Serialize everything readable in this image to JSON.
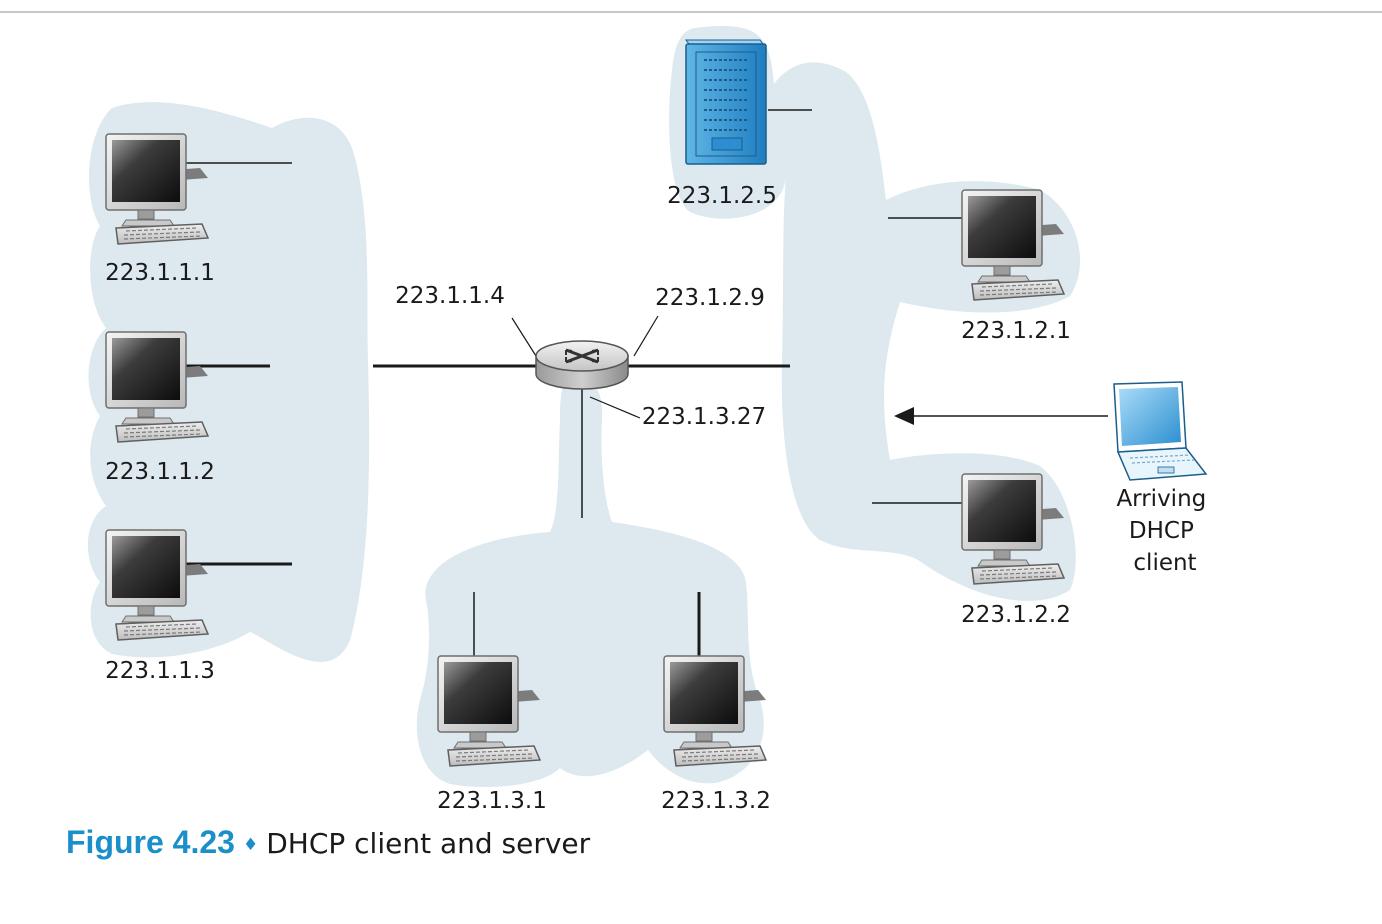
{
  "colors": {
    "cloud": "#dde9ef",
    "figure_accent": "#1a8fc9",
    "line": "#1a1a1a",
    "top_rule": "#c8c8c8"
  },
  "hosts": {
    "h1": {
      "ip": "223.1.1.1",
      "icon": "desktop-computer-icon"
    },
    "h2": {
      "ip": "223.1.1.2",
      "icon": "desktop-computer-icon"
    },
    "h3": {
      "ip": "223.1.1.3",
      "icon": "desktop-computer-icon"
    },
    "h4": {
      "ip": "223.1.2.1",
      "icon": "desktop-computer-icon"
    },
    "h5": {
      "ip": "223.1.2.2",
      "icon": "desktop-computer-icon"
    },
    "h6": {
      "ip": "223.1.3.1",
      "icon": "desktop-computer-icon"
    },
    "h7": {
      "ip": "223.1.3.2",
      "icon": "desktop-computer-icon"
    }
  },
  "server": {
    "ip": "223.1.2.5",
    "icon": "server-icon"
  },
  "router": {
    "icon": "router-icon",
    "interfaces": [
      "223.1.1.4",
      "223.1.2.9",
      "223.1.3.27"
    ]
  },
  "client": {
    "icon": "laptop-icon",
    "label_lines": [
      "Arriving",
      "DHCP",
      "client"
    ]
  },
  "caption": {
    "figure_number": "Figure 4.23",
    "separator": "♦",
    "title": "DHCP client and server"
  }
}
